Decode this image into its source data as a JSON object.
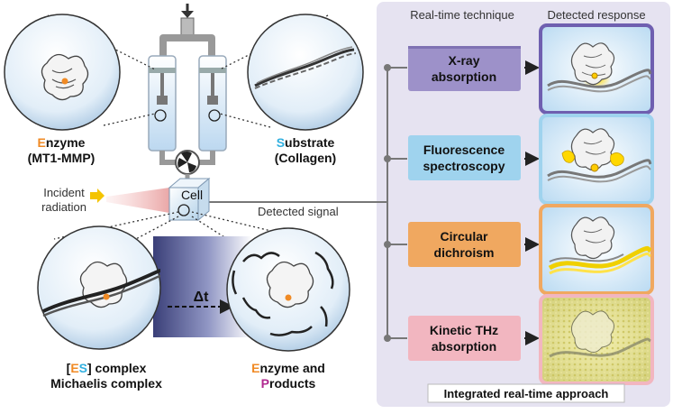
{
  "left": {
    "enzyme": {
      "initial": "E",
      "rest": "nzyme",
      "line2": "(MT1-MMP)"
    },
    "substrate": {
      "initial": "S",
      "rest": "ubstrate",
      "line2": "(Collagen)"
    },
    "cell_label": "Cell",
    "incident_line1": "Incident",
    "incident_line2": "radiation",
    "detected_signal": "Detected signal",
    "delta_t": "Δt",
    "es_complex": {
      "open": "[",
      "E": "E",
      "S": "S",
      "close": "] complex",
      "line2": "Michaelis complex"
    },
    "products": {
      "E": "E",
      "rest1": "nzyme and",
      "P": "P",
      "rest2": "roducts"
    }
  },
  "panel": {
    "header_technique": "Real-time technique",
    "header_response": "Detected response",
    "techniques": [
      {
        "line1": "X-ray",
        "line2": "absorption"
      },
      {
        "line1": "Fluorescence",
        "line2": "spectroscopy"
      },
      {
        "line1": "Circular",
        "line2": "dichroism"
      },
      {
        "line1": "Kinetic THz",
        "line2": "absorption"
      }
    ],
    "footer": "Integrated real-time approach"
  },
  "colors": {
    "enzyme_orange": "#f08a24",
    "substrate_blue": "#31b0e0",
    "products_purple": "#b0278f",
    "panel_bg": "#e6e3f1",
    "xray_box": "#9d91c9",
    "fluor_box": "#9fd3ee",
    "cd_box": "#f0a860",
    "thz_box": "#f2b6c0",
    "response_glow": "#ffd400"
  }
}
